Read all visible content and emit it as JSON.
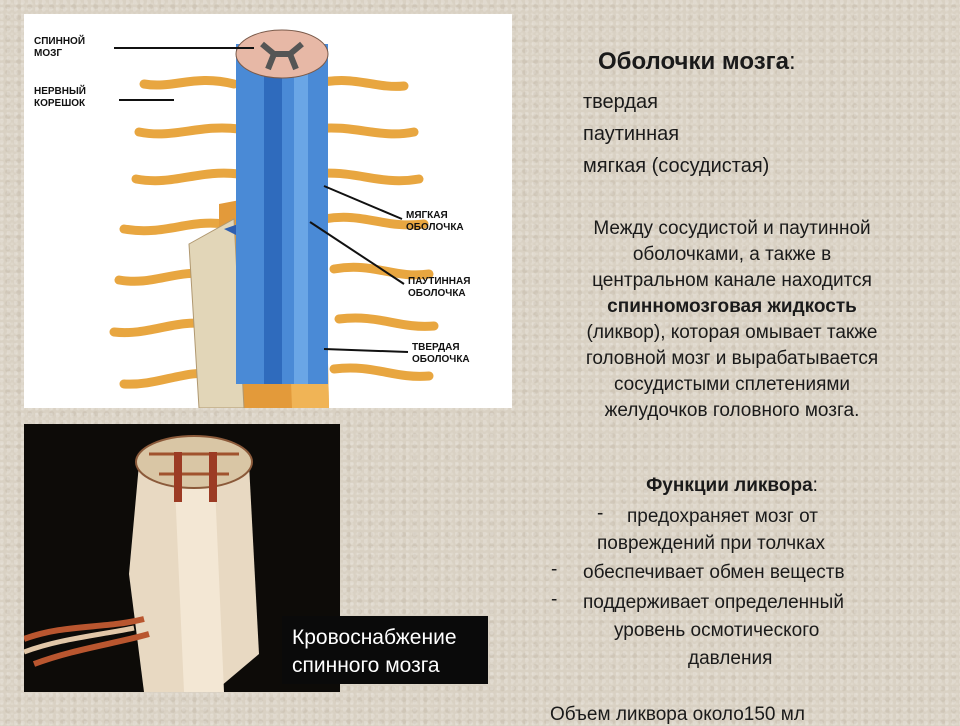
{
  "diagram": {
    "labels": {
      "spinal_cord": "СПИННОЙ\nМОЗГ",
      "nerve_root": "НЕРВНЫЙ\nКОРЕШОК",
      "pia": "МЯГКАЯ\nОБОЛОЧКА",
      "arachnoid": "ПАУТИННАЯ\nОБОЛОЧКА",
      "dura": "ТВЕРДАЯ\nОБОЛОЧКА"
    }
  },
  "photo": {
    "caption_line1": "Кровоснабжение",
    "caption_line2": "спинного мозга"
  },
  "text": {
    "heading": "Оболочки мозга",
    "heading_colon": ":",
    "membranes": [
      "твердая",
      "паутинная",
      "мягкая (сосудистая)"
    ],
    "para_line1": "Между сосудистой и паутинной",
    "para_line2": "оболочками, а также в",
    "para_line3": "центральном канале находится",
    "para_bold": "спинномозговая жидкость",
    "para_line5": "(ликвор), которая омывает также",
    "para_line6": "головной мозг и вырабатывается",
    "para_line7": "сосудистыми сплетениями",
    "para_line8": "желудочков головного мозга.",
    "functions_heading": "Функции ликвора",
    "functions_colon": ":",
    "bullet_mark": "-",
    "func1_line1": "предохраняет мозг от",
    "func1_line2": "повреждений при толчках",
    "func2": "обеспечивает обмен веществ",
    "func3_line1": "поддерживает определенный",
    "func3_line2": "уровень осмотического",
    "func3_line3": "давления",
    "volume": "Объем ликвора около150 мл"
  }
}
